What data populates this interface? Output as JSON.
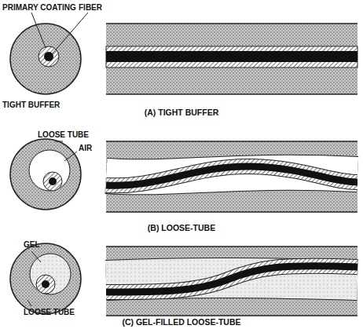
{
  "diagram": {
    "labels": [
      "PRIMARY COATING",
      "FIBER",
      "TIGHT BUFFER",
      "(A) TIGHT BUFFER",
      "LOOSE TUBE",
      "AIR",
      "(B) LOOSE-TUBE",
      "GEL",
      "LOOSE TUBE",
      "(C) GEL-FILLED LOOSE-TUBE"
    ]
  }
}
